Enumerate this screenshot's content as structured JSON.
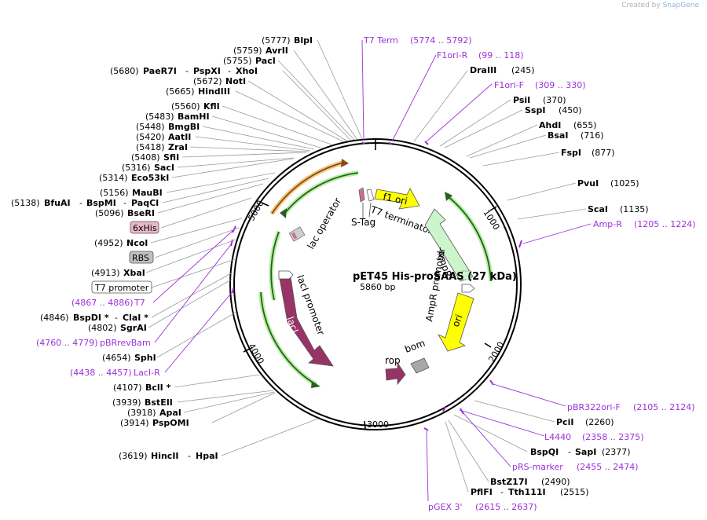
{
  "credit": {
    "prefix": "Created by",
    "brand": "SnapGene"
  },
  "plasmid": {
    "name": "pET45 His-proSAAS (27 kDa)",
    "size": "5860 bp"
  },
  "ruler": {
    "r1000": "1000",
    "r2000": "2000",
    "r3000": "3000",
    "r4000": "4000",
    "r5000": "5000"
  },
  "sites": {
    "blpi": {
      "pos": "(5777)",
      "name": "BlpI"
    },
    "avrii": {
      "pos": "(5759)",
      "name": "AvrII"
    },
    "paci": {
      "pos": "(5755)",
      "name": "PacI"
    },
    "paer7i": {
      "pos": "(5680)",
      "name": "PaeR7I",
      "n2": "PspXI",
      "n3": "XhoI"
    },
    "noti": {
      "pos": "(5672)",
      "name": "NotI"
    },
    "hindiii": {
      "pos": "(5665)",
      "name": "HindIII"
    },
    "kfli": {
      "pos": "(5560)",
      "name": "KflI"
    },
    "bamhi": {
      "pos": "(5483)",
      "name": "BamHI"
    },
    "bmgbi": {
      "pos": "(5448)",
      "name": "BmgBI"
    },
    "aatii": {
      "pos": "(5420)",
      "name": "AatII"
    },
    "zrai": {
      "pos": "(5418)",
      "name": "ZraI"
    },
    "sfii": {
      "pos": "(5408)",
      "name": "SfiI"
    },
    "saci": {
      "pos": "(5316)",
      "name": "SacI"
    },
    "eco53ki": {
      "pos": "(5314)",
      "name": "Eco53kI"
    },
    "maubi": {
      "pos": "(5156)",
      "name": "MauBI"
    },
    "bfuai": {
      "pos": "(5138)",
      "name": "BfuAI",
      "n2": "BspMI",
      "n3": "PaqCI"
    },
    "bseri": {
      "pos": "(5096)",
      "name": "BseRI"
    },
    "ncoi": {
      "pos": "(4952)",
      "name": "NcoI"
    },
    "xbai": {
      "pos": "(4913)",
      "name": "XbaI"
    },
    "bspdi": {
      "pos": "(4846)",
      "name": "BspDI *",
      "n2": "ClaI *"
    },
    "sgrai": {
      "pos": "(4802)",
      "name": "SgrAI"
    },
    "sphi": {
      "pos": "(4654)",
      "name": "SphI"
    },
    "bcli": {
      "pos": "(4107)",
      "name": "BclI *"
    },
    "bsteii": {
      "pos": "(3939)",
      "name": "BstEII"
    },
    "apai": {
      "pos": "(3918)",
      "name": "ApaI"
    },
    "psppomi": {
      "pos": "(3914)",
      "name": "PspOMI"
    },
    "hincii": {
      "pos": "(3619)",
      "name": "HincII",
      "n2": "HpaI"
    },
    "draiii": {
      "name": "DraIII",
      "pos": "(245)"
    },
    "psii": {
      "name": "PsiI",
      "pos": "(370)"
    },
    "sspi": {
      "name": "SspI",
      "pos": "(450)"
    },
    "ahdi": {
      "name": "AhdI",
      "pos": "(655)"
    },
    "bsai": {
      "name": "BsaI",
      "pos": "(716)"
    },
    "fspi": {
      "name": "FspI",
      "pos": "(877)"
    },
    "pvui": {
      "name": "PvuI",
      "pos": "(1025)"
    },
    "scai": {
      "name": "ScaI",
      "pos": "(1135)"
    },
    "pcii": {
      "name": "PciI",
      "pos": "(2260)"
    },
    "bspqi": {
      "name": "BspQI",
      "n2": "SapI",
      "pos": "(2377)"
    },
    "bstz17i": {
      "name": "BstZ17I",
      "pos": "(2490)"
    },
    "pflfi": {
      "name": "PflFI",
      "n2": "Tth111I",
      "pos": "(2515)"
    }
  },
  "primers": {
    "t7term": {
      "name": "T7 Term",
      "range": "(5774 .. 5792)"
    },
    "f1orir": {
      "name": "F1ori-R",
      "range": "(99 .. 118)"
    },
    "f1orif": {
      "name": "F1ori-F",
      "range": "(309 .. 330)"
    },
    "ampr": {
      "name": "Amp-R",
      "range": "(1205 .. 1224)"
    },
    "t7": {
      "name": "T7",
      "range": "(4867 .. 4886)"
    },
    "pbrrevbam": {
      "name": "pBRrevBam",
      "range": "(4760 .. 4779)"
    },
    "lacir": {
      "name": "LacI-R",
      "range": "(4438 .. 4457)"
    },
    "pbr322orif": {
      "name": "pBR322ori-F",
      "range": "(2105 .. 2124)"
    },
    "l4440": {
      "name": "L4440",
      "range": "(2358 .. 2375)"
    },
    "prsmarker": {
      "name": "pRS-marker",
      "range": "(2455 .. 2474)"
    },
    "pgex3": {
      "name": "pGEX 3'",
      "range": "(2615 .. 2637)"
    }
  },
  "boxes": {
    "his": "6xHis",
    "rbs": "RBS",
    "t7prom": "T7 promoter"
  },
  "features": {
    "f1ori": "f1 ori",
    "t7terminator": "T7 terminator",
    "stag": "S-Tag",
    "lacop": "lac operator",
    "ampr": "AmpR",
    "amprprom": "AmpR promoter",
    "ori": "ori",
    "laci": "lacI",
    "laciprom": "lacI promoter",
    "rop": "rop",
    "bom": "bom"
  },
  "colors": {
    "primer": "#9b30d9",
    "f1ori": "#ffff00",
    "ampr": "#ccf5cc",
    "laci": "#993366",
    "orf_arc": "#2e8b22",
    "orange_arc": "#e07b1a",
    "his_box": "#e8b7c6",
    "rbs_box": "#c0c0c0"
  }
}
